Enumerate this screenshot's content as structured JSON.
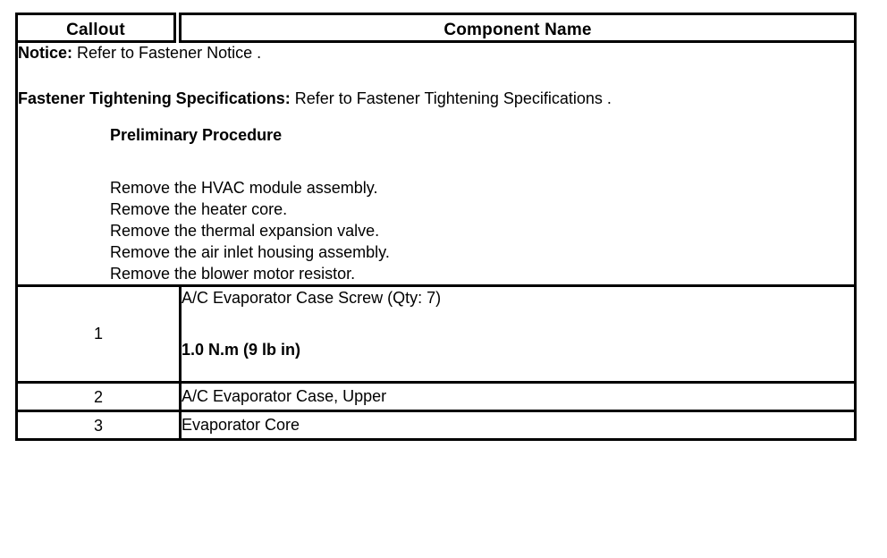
{
  "table": {
    "headers": {
      "callout": "Callout",
      "component_name": "Component Name"
    },
    "notice_block": {
      "notice": {
        "lead": "Notice:",
        "text": " Refer to Fastener Notice ."
      },
      "fastener_specs": {
        "lead": "Fastener Tightening Specifications:",
        "text": " Refer to Fastener Tightening Specifications ."
      },
      "preliminary_heading": "Preliminary Procedure",
      "preliminary_steps": [
        "Remove the HVAC module assembly.",
        "Remove the heater core.",
        "Remove the thermal expansion valve.",
        "Remove the air inlet housing assembly.",
        "Remove the blower motor resistor."
      ]
    },
    "rows": [
      {
        "callout": "1",
        "component": "A/C Evaporator Case Screw (Qty: 7)",
        "torque": "1.0 N.m (9 lb in)"
      },
      {
        "callout": "2",
        "component": "A/C Evaporator Case, Upper",
        "torque": ""
      },
      {
        "callout": "3",
        "component": "Evaporator Core",
        "torque": ""
      }
    ]
  },
  "colors": {
    "border": "#000000",
    "background": "#ffffff",
    "text": "#000000"
  }
}
